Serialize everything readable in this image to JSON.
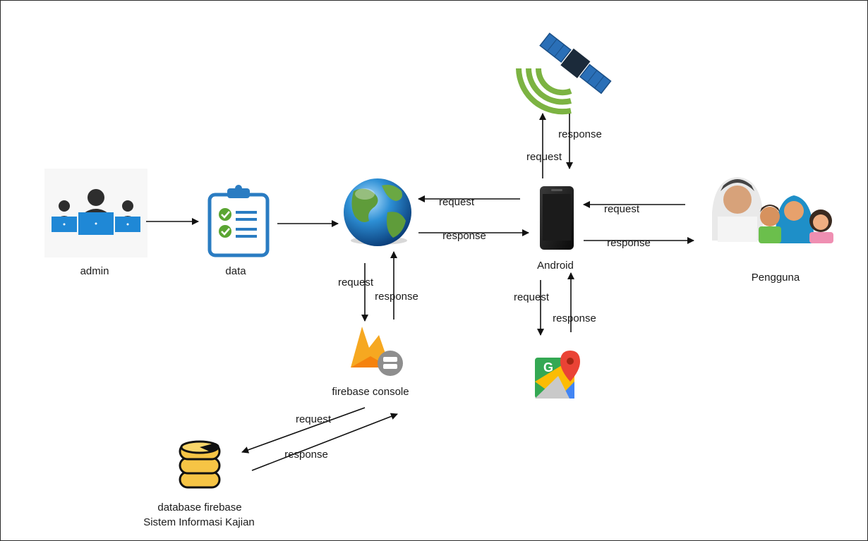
{
  "nodes": {
    "admin": {
      "label": "admin"
    },
    "data": {
      "label": "data"
    },
    "internet": {
      "label": ""
    },
    "android": {
      "label": "Android"
    },
    "satellite": {
      "label": ""
    },
    "pengguna": {
      "label": "Pengguna"
    },
    "firebase_console": {
      "label": "firebase console"
    },
    "google_maps": {
      "label": ""
    },
    "database": {
      "label_line1": "database firebase",
      "label_line2": "Sistem Informasi Kajian"
    }
  },
  "edges": {
    "internet_android_request": "request",
    "internet_android_response": "response",
    "android_satellite_request": "request",
    "android_satellite_response": "response",
    "android_pengguna_request": "request",
    "android_pengguna_response": "response",
    "internet_console_request": "request",
    "internet_console_response": "response",
    "android_maps_request": "request",
    "android_maps_response": "response",
    "console_db_request": "request",
    "console_db_response": "response"
  },
  "colors": {
    "admin_icon": "#1f88d6",
    "clipboard": "#2a7cc2",
    "check": "#5aa532",
    "firebase": "#f6a821",
    "database": "#f6c445",
    "satellite_panel": "#2a6fb7",
    "signal": "#7cb342"
  }
}
